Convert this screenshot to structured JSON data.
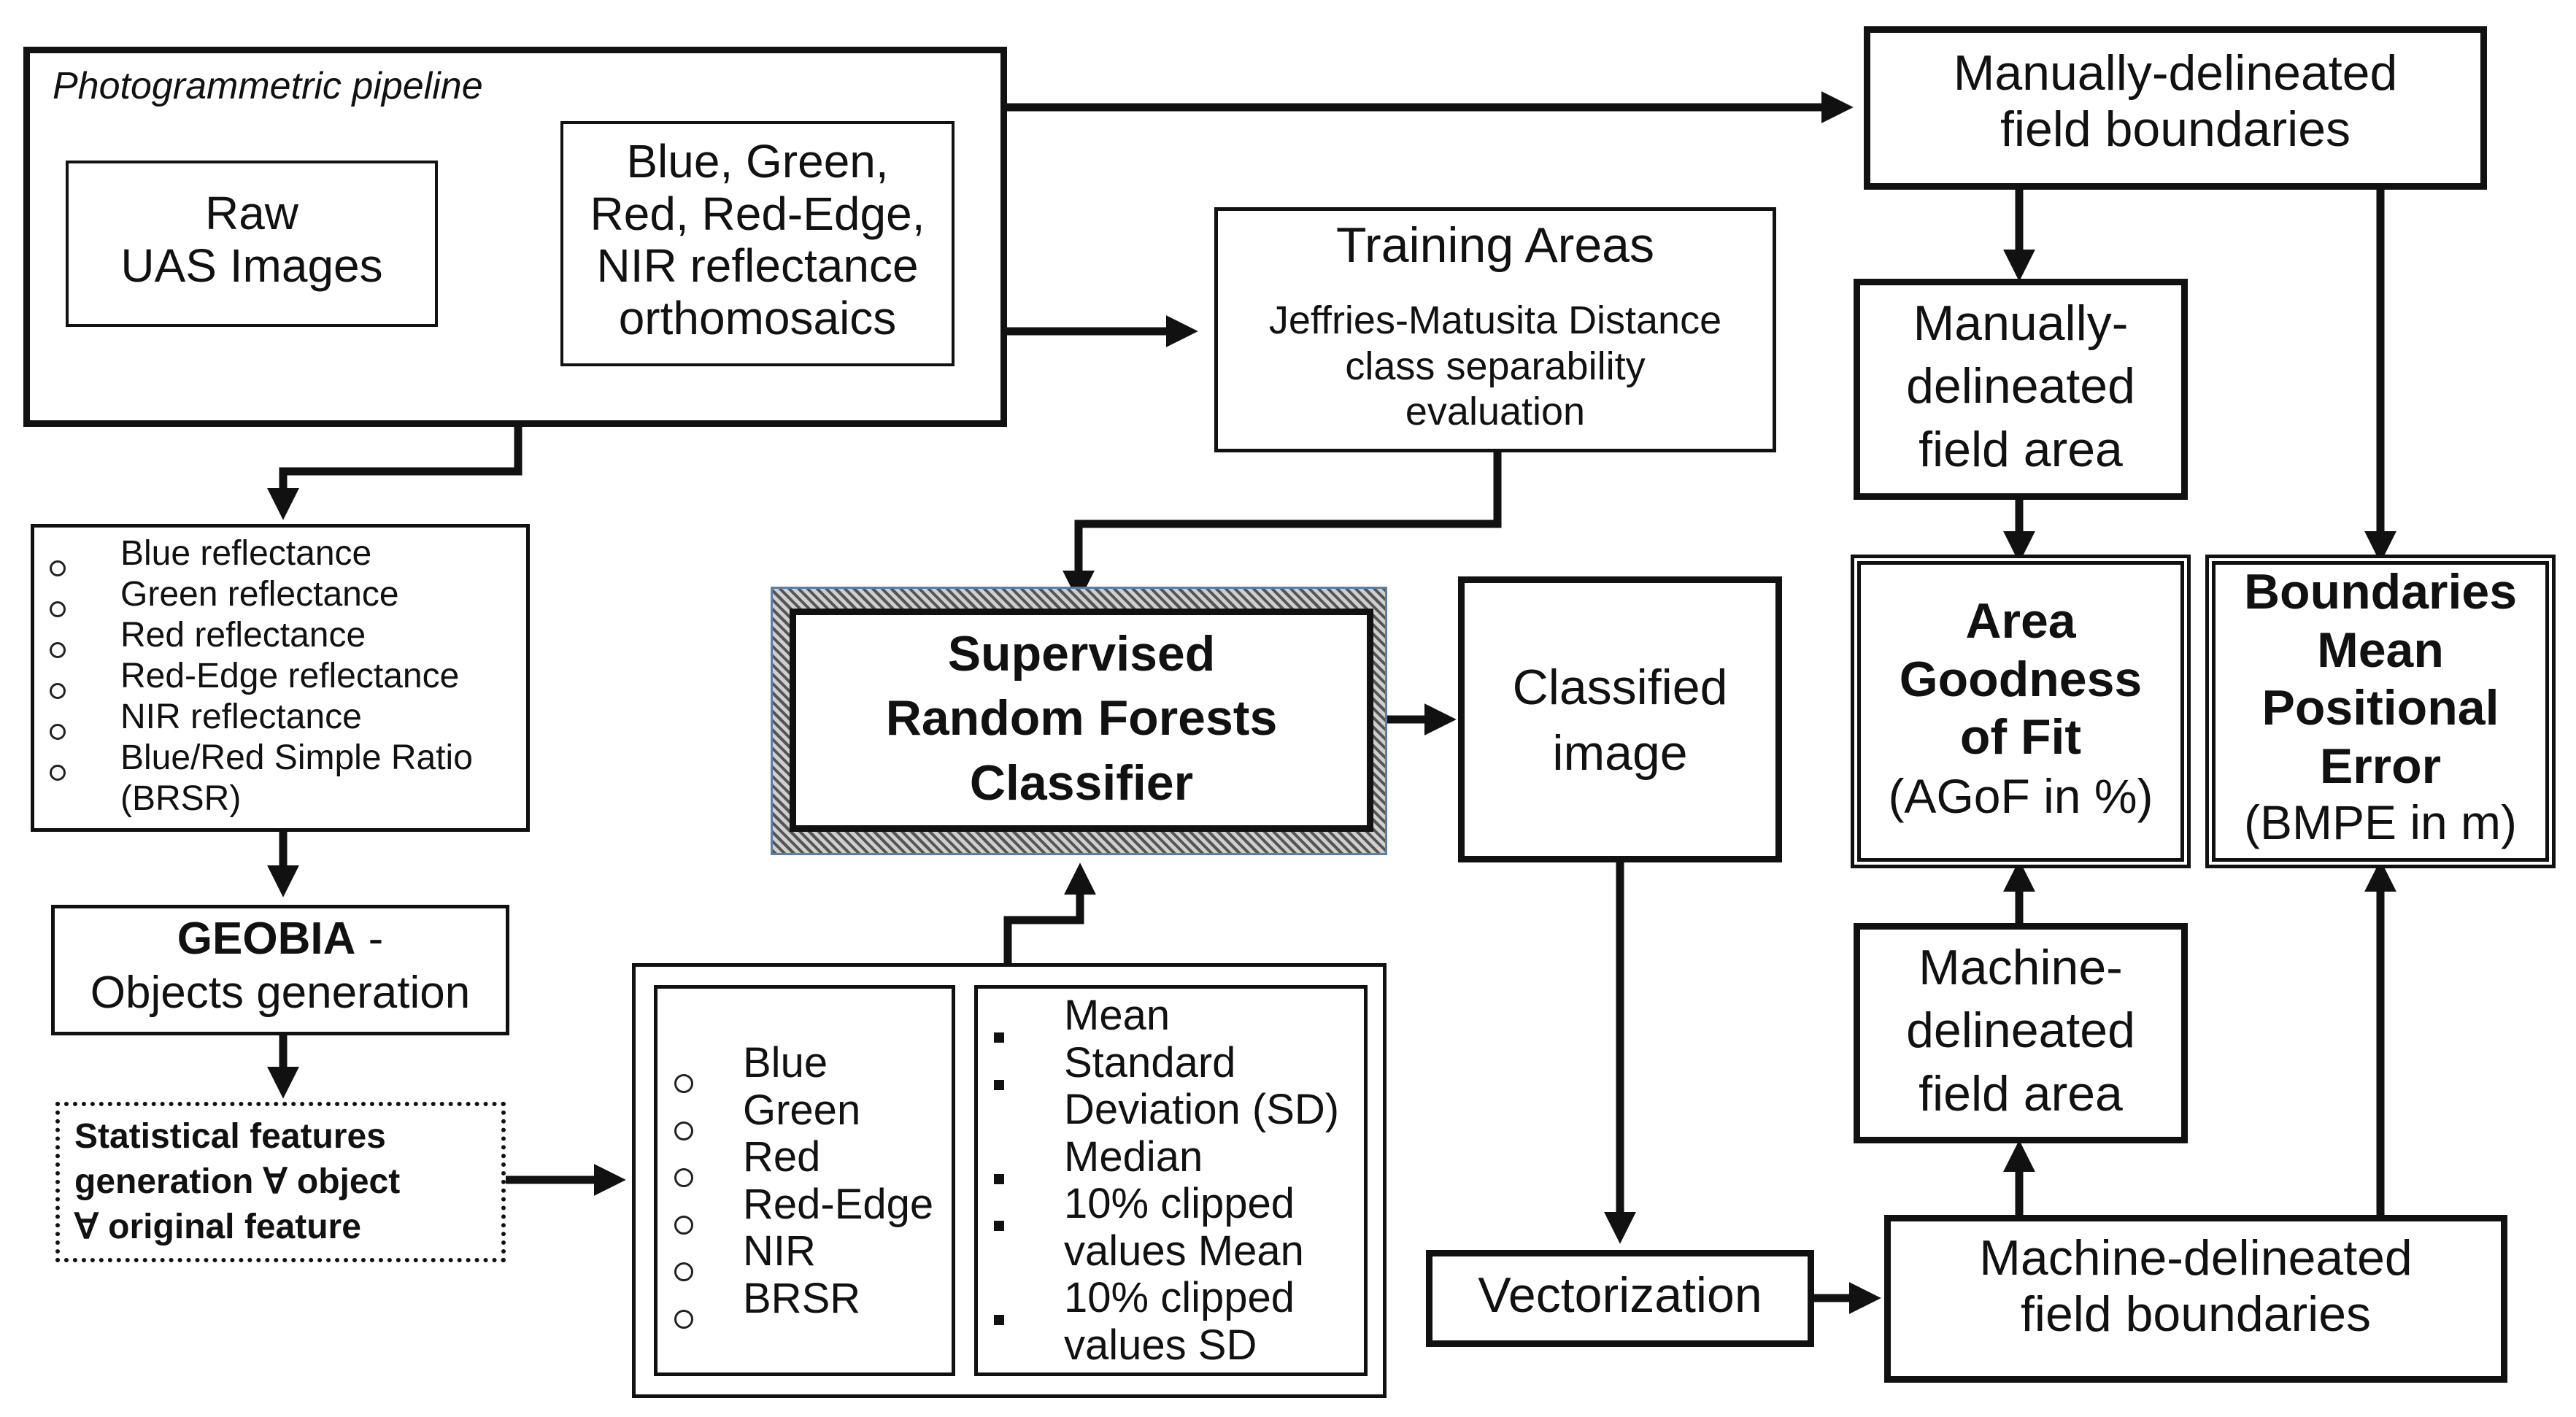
{
  "photogrammetric": {
    "title": "Photogrammetric pipeline",
    "raw_images": "Raw\nUAS Images",
    "orthomosaics": "Blue, Green,\nRed, Red-Edge,\nNIR reflectance\northomosaics"
  },
  "training": {
    "title": "Training Areas",
    "detail": "Jeffries-Matusita Distance\nclass separability\nevaluation"
  },
  "input_features": [
    "Blue reflectance",
    "Green reflectance",
    "Red reflectance",
    "Red-Edge reflectance",
    "NIR reflectance",
    "Blue/Red Simple Ratio\n(BRSR)"
  ],
  "geobia": {
    "title": "GEOBIA",
    "suffix": " -",
    "subtitle": "Objects generation"
  },
  "statistical_features": "Statistical features\ngeneration ∀ object\n∀ original feature",
  "object_bands": [
    "Blue",
    "Green",
    "Red",
    "Red-Edge",
    "NIR",
    "BRSR"
  ],
  "object_statistics": [
    "Mean",
    "Standard\nDeviation (SD)",
    "Median",
    "10% clipped\nvalues Mean",
    "10% clipped\nvalues SD"
  ],
  "classifier": "Supervised\nRandom Forests\nClassifier",
  "classified_image": "Classified\nimage",
  "vectorization": "Vectorization",
  "manual_boundaries": "Manually-delineated\nfield boundaries",
  "manual_area": "Manually-\ndelineated\nfield area",
  "area_gof": {
    "title": "Area\nGoodness\nof Fit",
    "unit": "(AGoF in %)"
  },
  "bmpe": {
    "title": "Boundaries\nMean\nPositional\nError",
    "unit": "(BMPE in m)"
  },
  "machine_area": "Machine-\ndelineated\nfield area",
  "machine_boundaries": "Machine-delineated\nfield boundaries",
  "colors": {
    "line": "#111111",
    "hatch_outline": "#5b7fa6",
    "background": "#ffffff"
  }
}
